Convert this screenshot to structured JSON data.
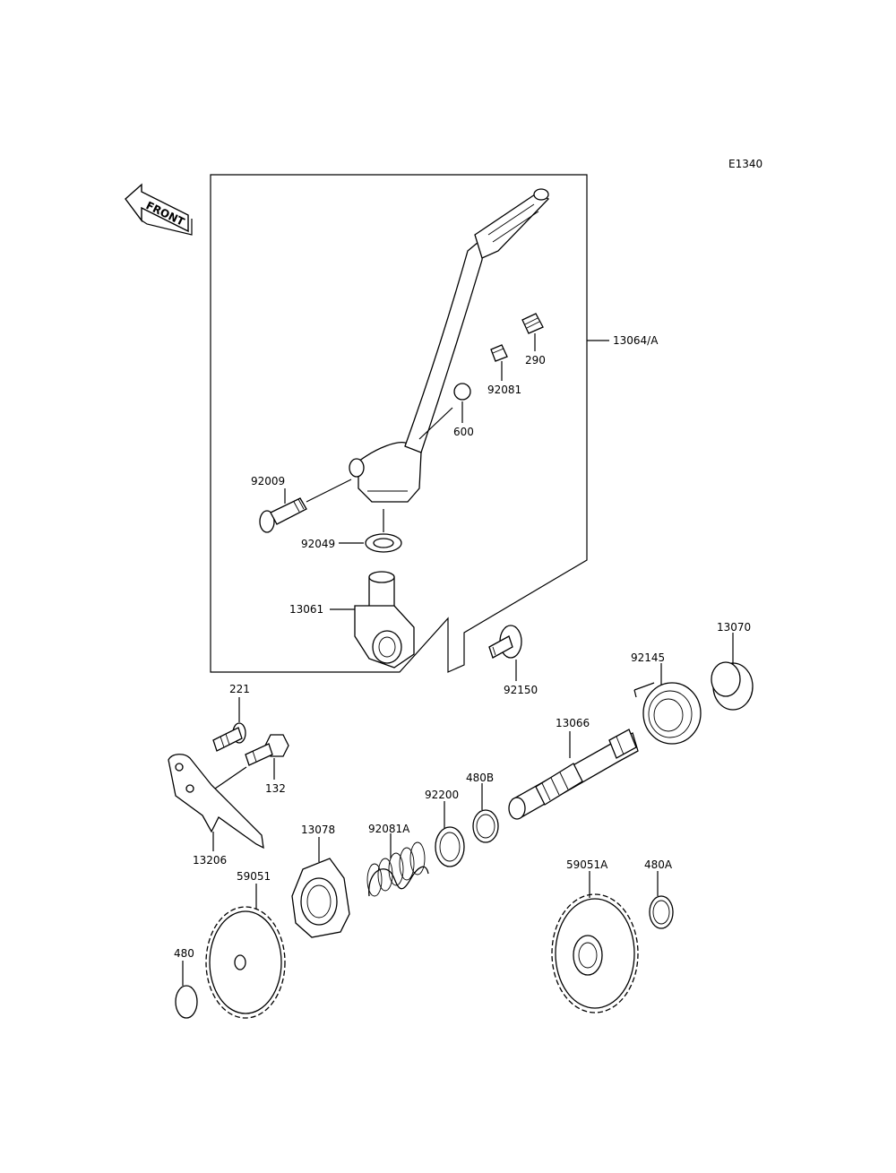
{
  "diagram": {
    "code": "E1340",
    "front_label": "FRONT",
    "parts": {
      "p13064A": "13064/A",
      "p290": "290",
      "p92081": "92081",
      "p600": "600",
      "p92009": "92009",
      "p92049": "92049",
      "p13061": "13061",
      "p92150": "92150",
      "p13070": "13070",
      "p92145": "92145",
      "p221": "221",
      "p132": "132",
      "p13066": "13066",
      "p480B": "480B",
      "p92200": "92200",
      "p92081A": "92081A",
      "p13078": "13078",
      "p13206": "13206",
      "p59051": "59051",
      "p59051A": "59051A",
      "p480A": "480A",
      "p480": "480"
    }
  }
}
